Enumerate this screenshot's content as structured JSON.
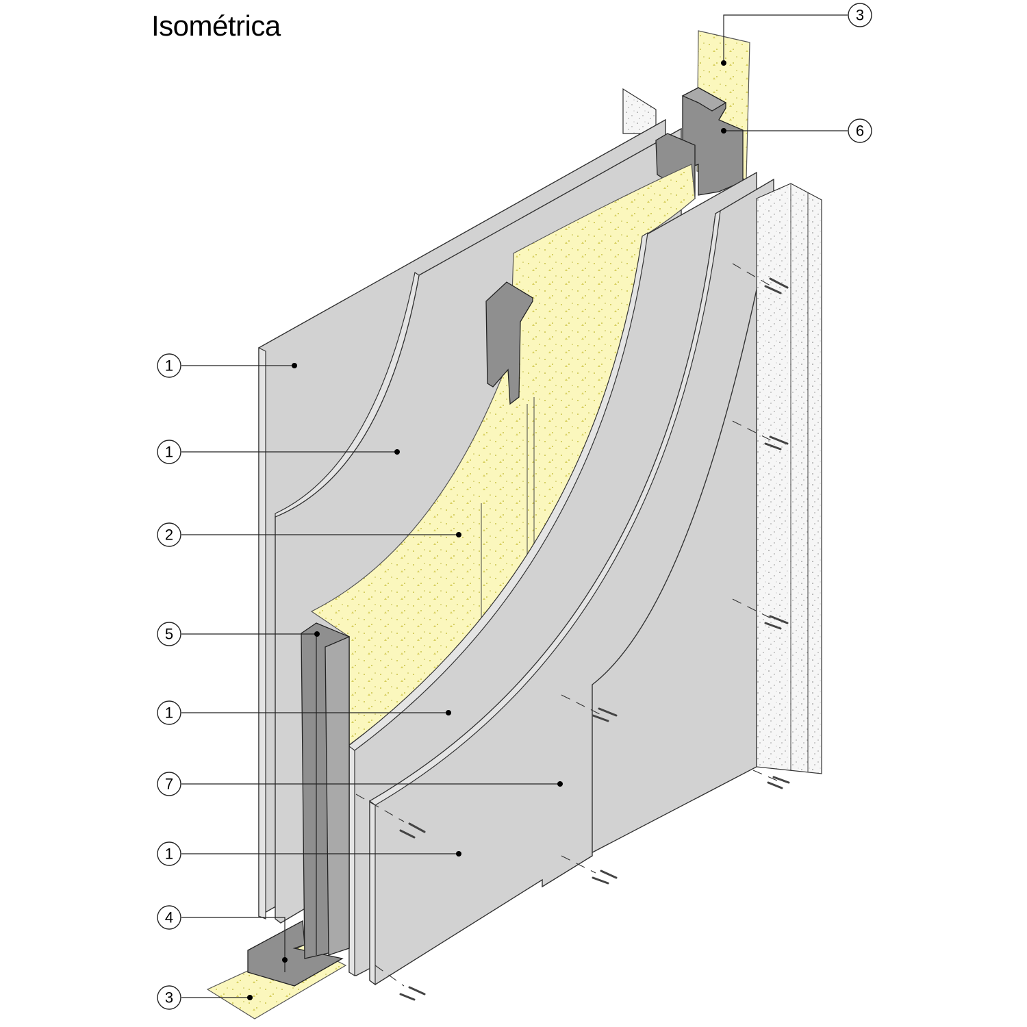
{
  "title": "Isométrica",
  "callouts": {
    "left": [
      "1",
      "1",
      "2",
      "5",
      "1",
      "7",
      "1",
      "4",
      "3"
    ],
    "right": [
      "3",
      "6"
    ]
  },
  "colors": {
    "board": "#d2d2d2",
    "insulation": "#fbf7bd",
    "steel": "#8f8f8f"
  }
}
